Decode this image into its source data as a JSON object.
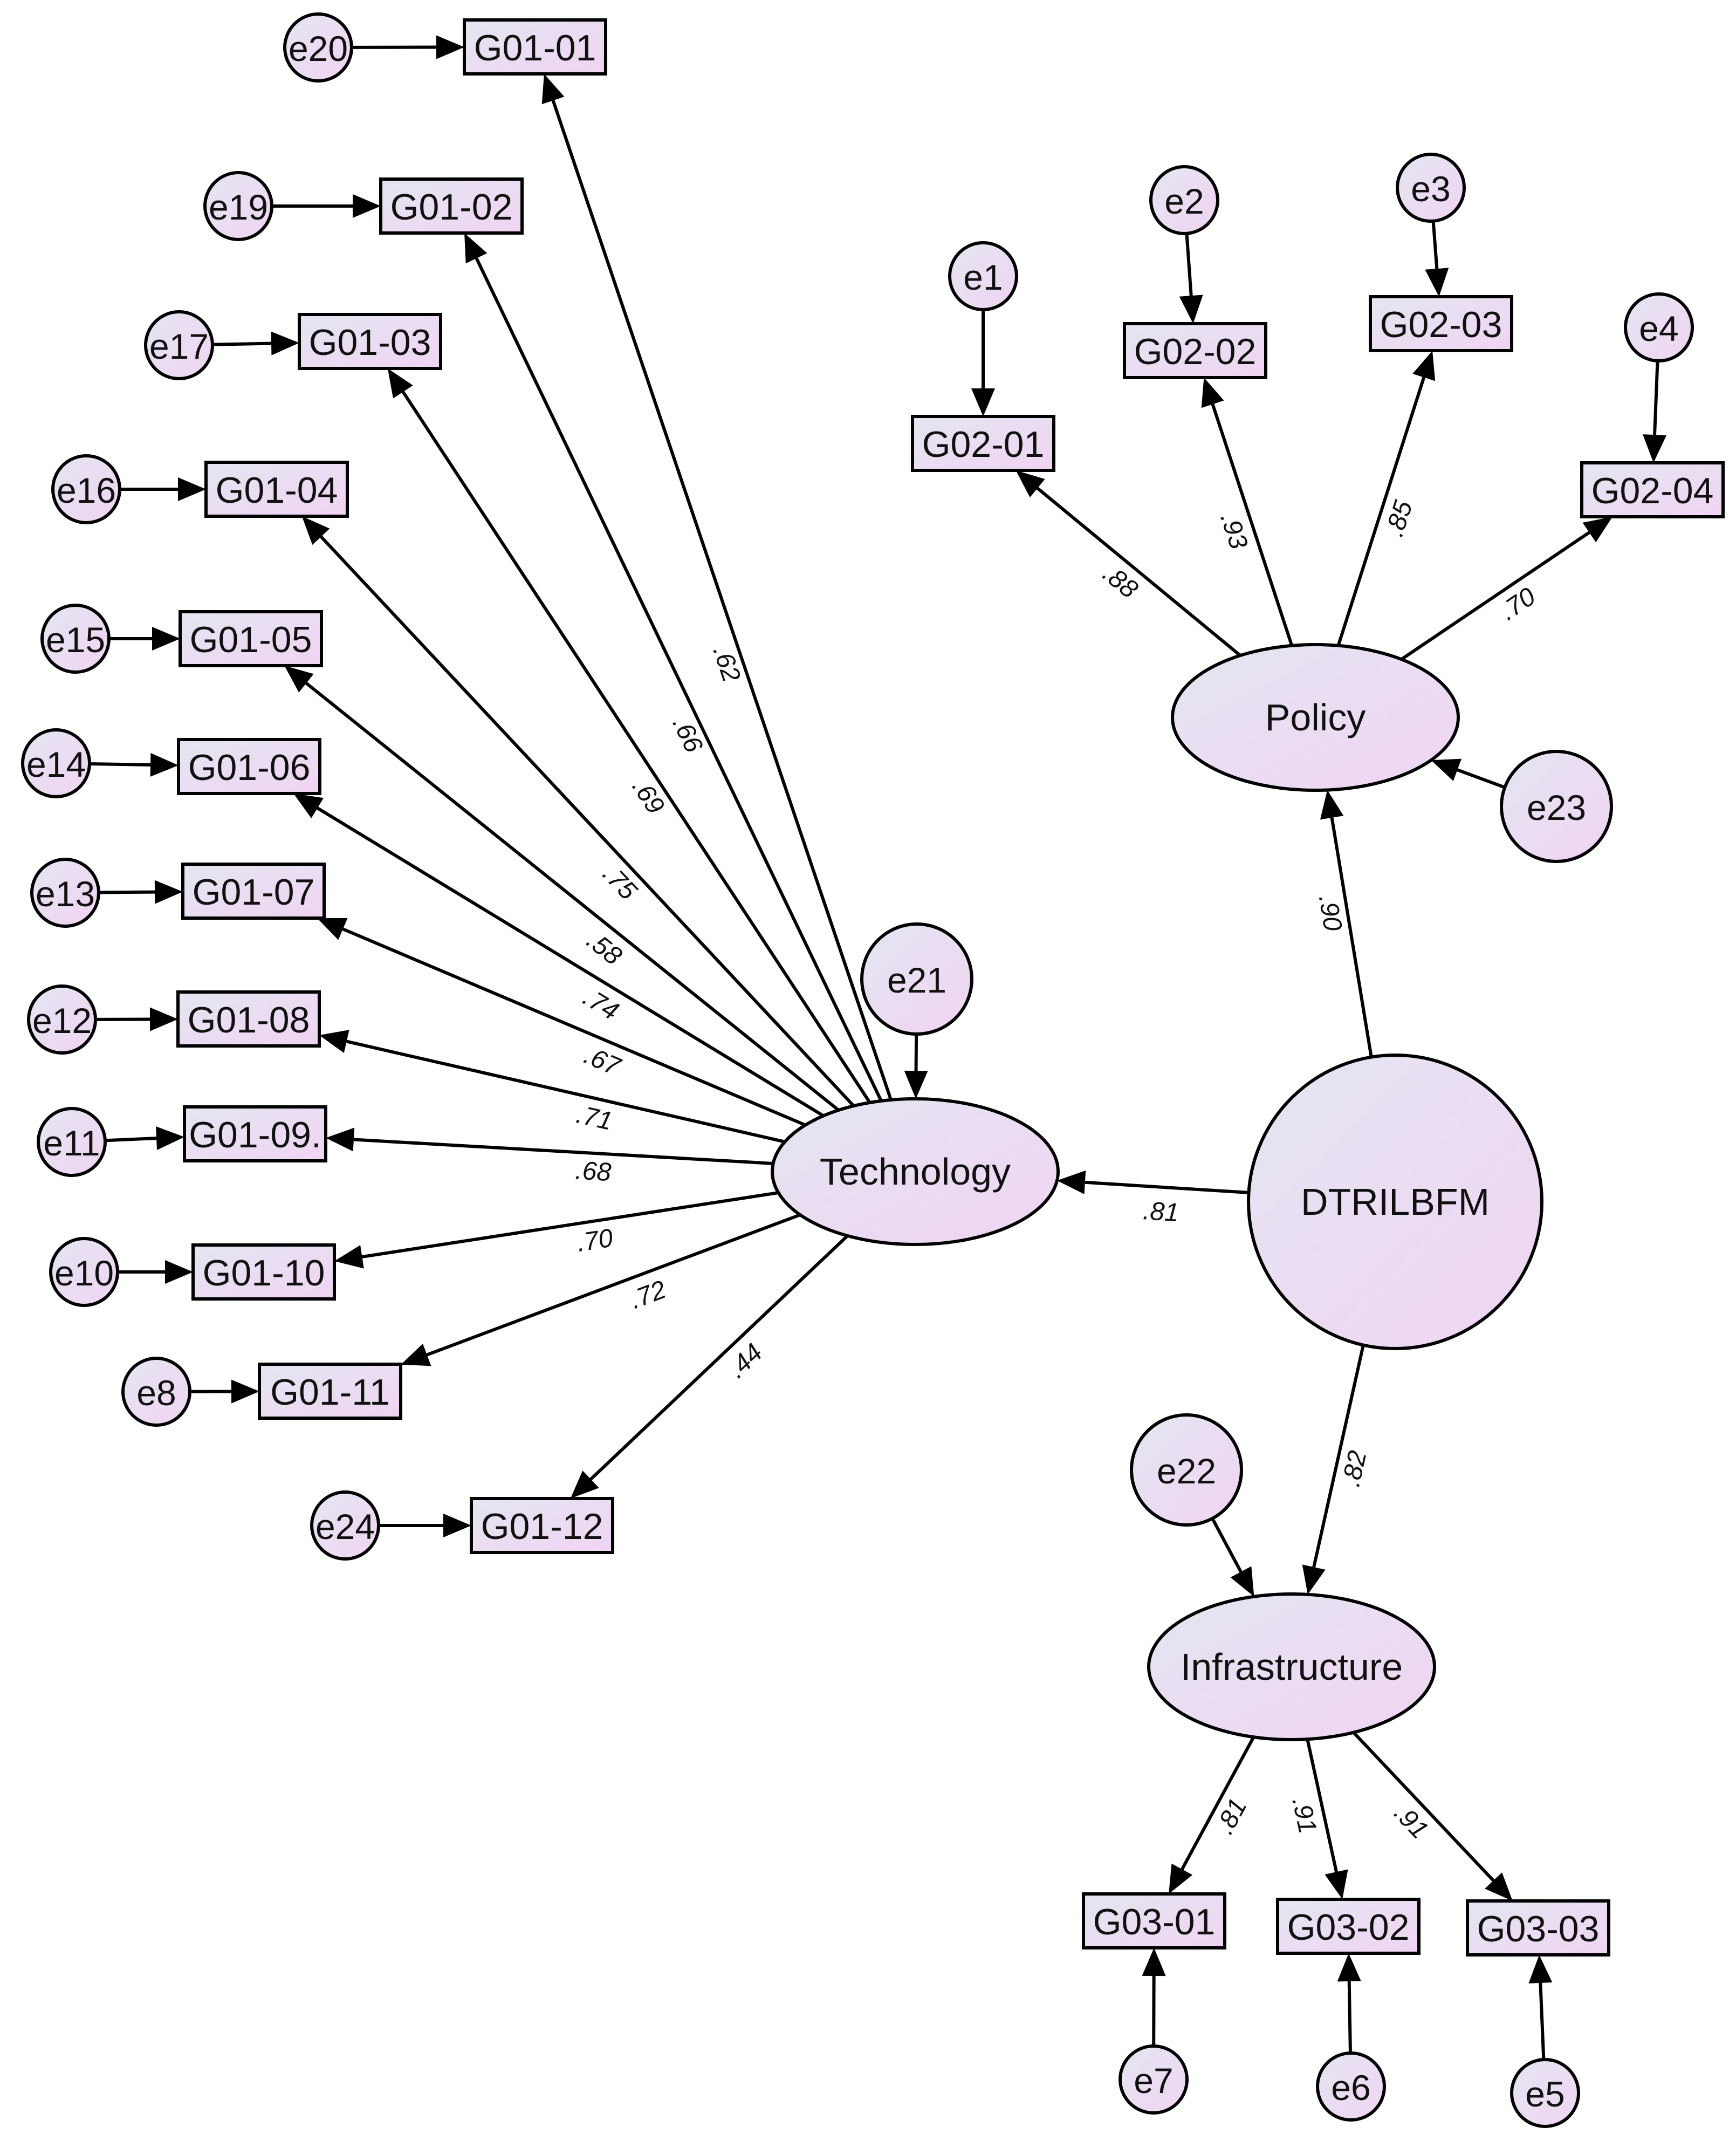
{
  "latents": [
    {
      "id": "DTRILBFM",
      "label": "DTRILBFM"
    },
    {
      "id": "Policy",
      "label": "Policy"
    },
    {
      "id": "Technology",
      "label": "Technology"
    },
    {
      "id": "Infrastructure",
      "label": "Infrastructure"
    }
  ],
  "indicators": [
    {
      "id": "G01-01",
      "label": "G01-01"
    },
    {
      "id": "G01-02",
      "label": "G01-02"
    },
    {
      "id": "G01-03",
      "label": "G01-03"
    },
    {
      "id": "G01-04",
      "label": "G01-04"
    },
    {
      "id": "G01-05",
      "label": "G01-05"
    },
    {
      "id": "G01-06",
      "label": "G01-06"
    },
    {
      "id": "G01-07",
      "label": "G01-07"
    },
    {
      "id": "G01-08",
      "label": "G01-08"
    },
    {
      "id": "G01-09",
      "label": "G01-09."
    },
    {
      "id": "G01-10",
      "label": "G01-10"
    },
    {
      "id": "G01-11",
      "label": "G01-11"
    },
    {
      "id": "G01-12",
      "label": "G01-12"
    },
    {
      "id": "G02-01",
      "label": "G02-01"
    },
    {
      "id": "G02-02",
      "label": "G02-02"
    },
    {
      "id": "G02-03",
      "label": "G02-03"
    },
    {
      "id": "G02-04",
      "label": "G02-04"
    },
    {
      "id": "G03-01",
      "label": "G03-01"
    },
    {
      "id": "G03-02",
      "label": "G03-02"
    },
    {
      "id": "G03-03",
      "label": "G03-03"
    }
  ],
  "errors": [
    {
      "id": "e20",
      "label": "e20",
      "target": "G01-01"
    },
    {
      "id": "e19",
      "label": "e19",
      "target": "G01-02"
    },
    {
      "id": "e17",
      "label": "e17",
      "target": "G01-03"
    },
    {
      "id": "e16",
      "label": "e16",
      "target": "G01-04"
    },
    {
      "id": "e15",
      "label": "e15",
      "target": "G01-05"
    },
    {
      "id": "e14",
      "label": "e14",
      "target": "G01-06"
    },
    {
      "id": "e13",
      "label": "e13",
      "target": "G01-07"
    },
    {
      "id": "e12",
      "label": "e12",
      "target": "G01-08"
    },
    {
      "id": "e11",
      "label": "e11",
      "target": "G01-09"
    },
    {
      "id": "e10",
      "label": "e10",
      "target": "G01-10"
    },
    {
      "id": "e8",
      "label": "e8",
      "target": "G01-11"
    },
    {
      "id": "e24",
      "label": "e24",
      "target": "G01-12"
    },
    {
      "id": "e1",
      "label": "e1",
      "target": "G02-01"
    },
    {
      "id": "e2",
      "label": "e2",
      "target": "G02-02"
    },
    {
      "id": "e3",
      "label": "e3",
      "target": "G02-03"
    },
    {
      "id": "e4",
      "label": "e4",
      "target": "G02-04"
    },
    {
      "id": "e7",
      "label": "e7",
      "target": "G03-01"
    },
    {
      "id": "e6",
      "label": "e6",
      "target": "G03-02"
    },
    {
      "id": "e5",
      "label": "e5",
      "target": "G03-03"
    },
    {
      "id": "e21",
      "label": "e21",
      "target": "Technology"
    },
    {
      "id": "e22",
      "label": "e22",
      "target": "Infrastructure"
    },
    {
      "id": "e23",
      "label": "e23",
      "target": "Policy"
    }
  ],
  "paths": [
    {
      "from": "DTRILBFM",
      "to": "Policy",
      "coef": ".90"
    },
    {
      "from": "DTRILBFM",
      "to": "Technology",
      "coef": ".81"
    },
    {
      "from": "DTRILBFM",
      "to": "Infrastructure",
      "coef": ".82"
    },
    {
      "from": "Technology",
      "to": "G01-01",
      "coef": ".62"
    },
    {
      "from": "Technology",
      "to": "G01-02",
      "coef": ".66"
    },
    {
      "from": "Technology",
      "to": "G01-03",
      "coef": ".69"
    },
    {
      "from": "Technology",
      "to": "G01-04",
      "coef": ".75"
    },
    {
      "from": "Technology",
      "to": "G01-05",
      "coef": ".58"
    },
    {
      "from": "Technology",
      "to": "G01-06",
      "coef": ".74"
    },
    {
      "from": "Technology",
      "to": "G01-07",
      "coef": ".67"
    },
    {
      "from": "Technology",
      "to": "G01-08",
      "coef": ".71"
    },
    {
      "from": "Technology",
      "to": "G01-09",
      "coef": ".68"
    },
    {
      "from": "Technology",
      "to": "G01-10",
      "coef": ".70"
    },
    {
      "from": "Technology",
      "to": "G01-11",
      "coef": ".72"
    },
    {
      "from": "Technology",
      "to": "G01-12",
      "coef": ".44"
    },
    {
      "from": "Policy",
      "to": "G02-01",
      "coef": ".88"
    },
    {
      "from": "Policy",
      "to": "G02-02",
      "coef": ".93"
    },
    {
      "from": "Policy",
      "to": "G02-03",
      "coef": ".85"
    },
    {
      "from": "Policy",
      "to": "G02-04",
      "coef": ".70"
    },
    {
      "from": "Infrastructure",
      "to": "G03-01",
      "coef": ".81"
    },
    {
      "from": "Infrastructure",
      "to": "G03-02",
      "coef": ".91"
    },
    {
      "from": "Infrastructure",
      "to": "G03-03",
      "coef": ".91"
    }
  ]
}
